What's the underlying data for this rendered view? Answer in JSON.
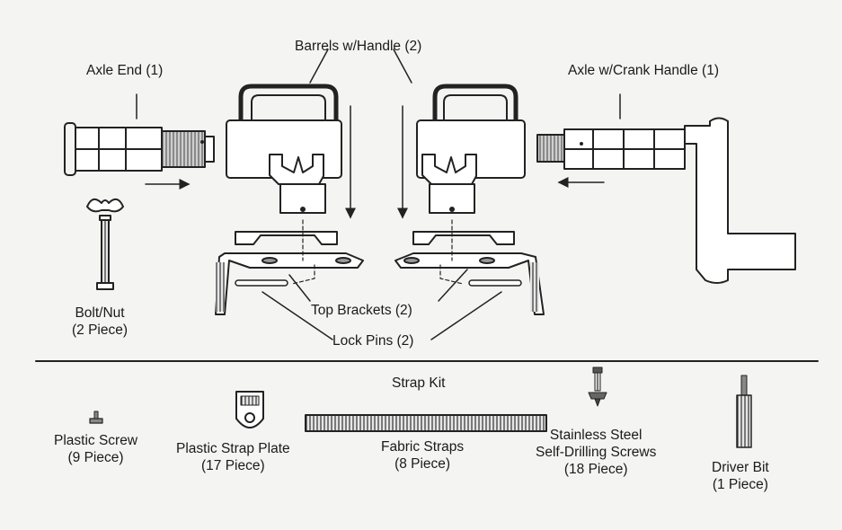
{
  "labels": {
    "barrels": "Barrels w/Handle (2)",
    "axle_end": "Axle End (1)",
    "axle_crank": "Axle w/Crank Handle (1)",
    "bolt_nut": [
      "Bolt/Nut",
      "(2 Piece)"
    ],
    "top_brackets": "Top Brackets (2)",
    "lock_pins": "Lock Pins (2)",
    "strap_kit": "Strap Kit",
    "plastic_screw": [
      "Plastic Screw",
      "(9 Piece)"
    ],
    "plastic_strap_plate": [
      "Plastic Strap Plate",
      "(17 Piece)"
    ],
    "fabric_straps": [
      "Fabric Straps",
      "(8 Piece)"
    ],
    "stainless_screws": [
      "Stainless Steel",
      "Self-Drilling Screws",
      "(18 Piece)"
    ],
    "driver_bit": [
      "Driver Bit",
      "(1 Piece)"
    ]
  }
}
